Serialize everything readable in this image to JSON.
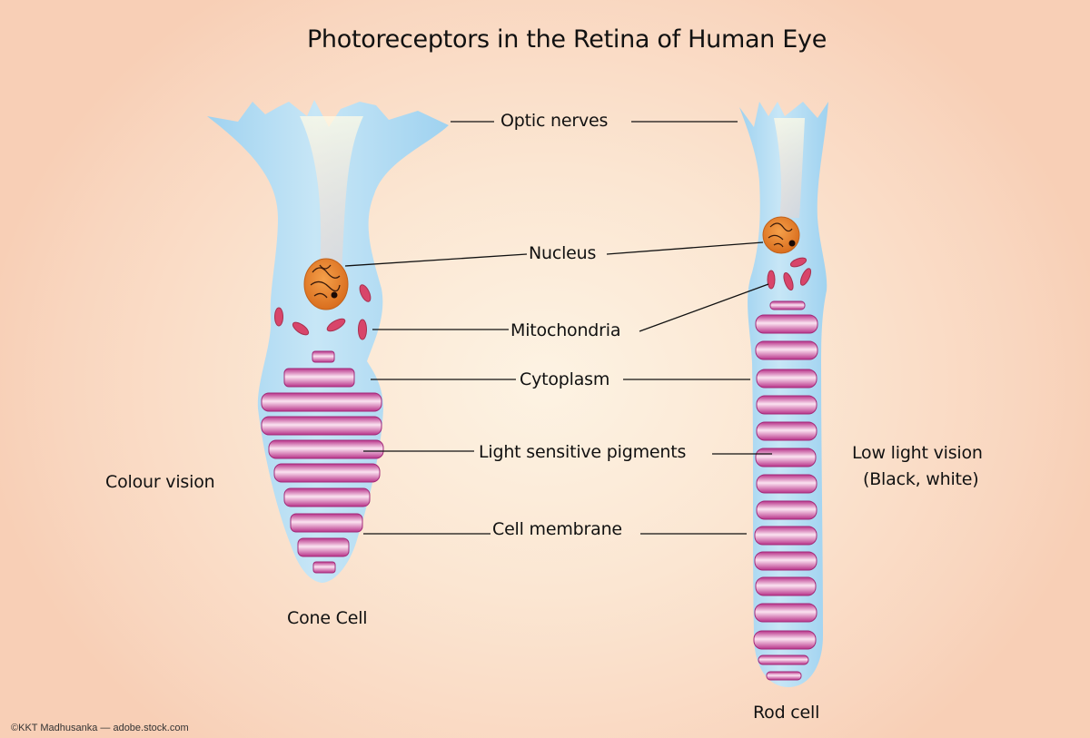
{
  "title": "Photoreceptors in the Retina of Human Eye",
  "labels": {
    "optic_nerves": "Optic nerves",
    "nucleus": "Nucleus",
    "mitochondria": "Mitochondria",
    "cytoplasm": "Cytoplasm",
    "light_sensitive_pigments": "Light sensitive pigments",
    "cell_membrane": "Cell membrane"
  },
  "cells": {
    "cone": {
      "name": "Cone Cell",
      "function": "Colour vision"
    },
    "rod": {
      "name": "Rod cell",
      "function_line1": "Low light vision",
      "function_line2": "(Black, white)"
    }
  },
  "credit": "©KKT Madhusanka — adobe.stock.com",
  "colors": {
    "cell_body": "#a9d8f2",
    "pigment_disc": "#c9449a",
    "nucleus": "#e8832a",
    "mitochondria": "#d8456a",
    "background": "#fbe6d2"
  }
}
